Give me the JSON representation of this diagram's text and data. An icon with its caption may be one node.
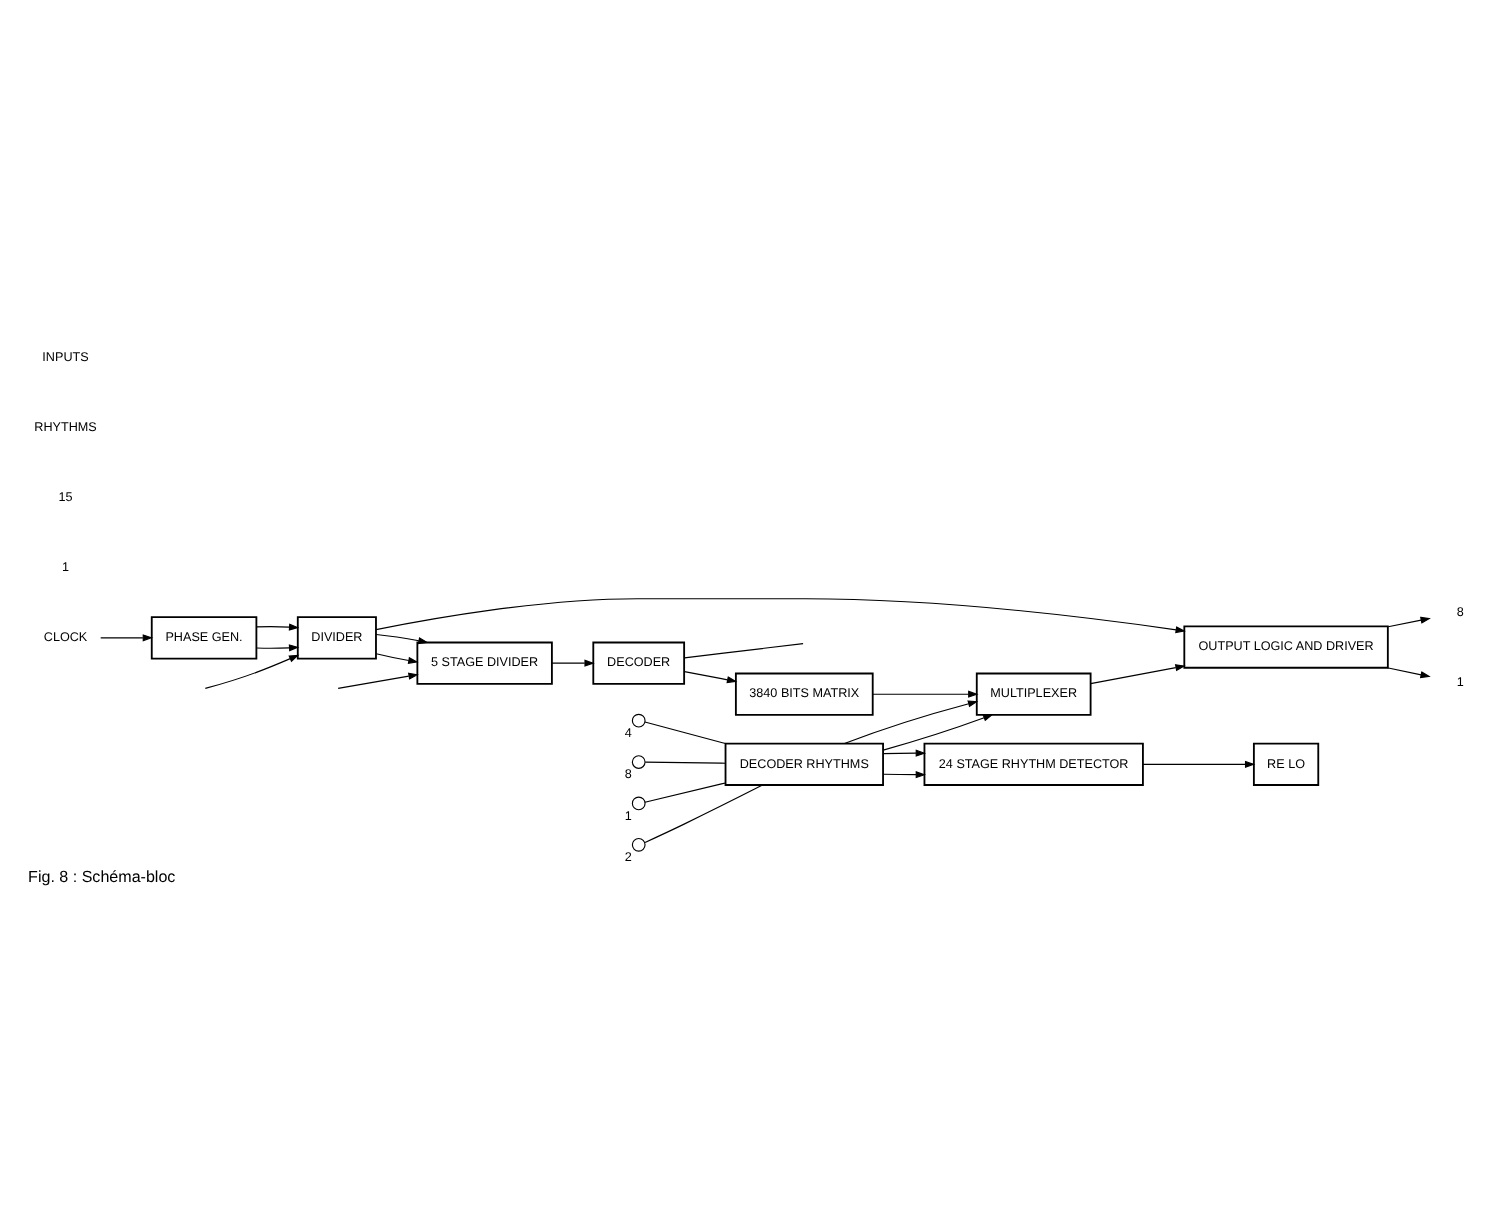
{
  "diagram": {
    "caption": "Fig. 8 : Schéma-bloc",
    "nodes": [
      {
        "text": [
          "CLOCK"
        ]
      },
      {
        "text": [
          "PHASE GEN."
        ]
      },
      {
        "text": [
          "DIVIDER"
        ]
      },
      {
        "text": [
          "5 STAGE DIVIDER"
        ]
      },
      {
        "text": [
          "DECODER"
        ]
      },
      {
        "text": [
          "3840 BITS MATRIX"
        ]
      },
      {
        "text": [
          "MULTIPLEXER"
        ]
      },
      {
        "text": [
          "OUTPUT LOGIC AND DRIVER"
        ]
      },
      {
        "text": [
          "8"
        ]
      },
      {
        "text": [
          "1"
        ]
      },
      {
        "text": [
          "24 STAGE RHYTHM DETECTOR"
        ]
      },
      {
        "text": [
          "RE LO"
        ]
      },
      {
        "text": [
          "DECODER RHYTHMS"
        ]
      },
      {
        "text": [],
        "shape": "circle",
        "beside": [
          "1"
        ]
      },
      {
        "text": [],
        "shape": "circle",
        "beside": [
          "2"
        ]
      },
      {
        "text": [],
        "shape": "circle",
        "beside": [
          "4"
        ]
      },
      {
        "text": [],
        "shape": "circle",
        "beside": [
          "8"
        ]
      }
    ],
    "edges": [
      {
        "from": 0,
        "to": 1,
        "arrow": "to"
      },
      {
        "from": 1,
        "to": 2,
        "arrow": "to"
      },
      {
        "from": 1,
        "to": 2,
        "arrow": "to"
      },
      {
        "from": 2,
        "to": 3,
        "arrow": "to"
      },
      {
        "from": 2,
        "to": 3,
        "arrow": "to"
      },
      {
        "from": 2,
        "to": 7,
        "arrow": "to"
      },
      {
        "from": 3,
        "to": 4,
        "arrow": "to"
      },
      {
        "from": 4,
        "to": 5,
        "arrow": "to"
      },
      {
        "from": 4,
        "to": null,
        "arrow": "none"
      },
      {
        "from": 5,
        "to": 6,
        "arrow": "to"
      },
      {
        "from": 6,
        "to": 7,
        "arrow": "to"
      },
      {
        "from": 7,
        "to": 8,
        "arrow": "to"
      },
      {
        "from": 7,
        "to": 9,
        "arrow": "to"
      },
      {
        "from": 12,
        "to": 6,
        "arrow": "to"
      },
      {
        "from": 12,
        "to": 6,
        "arrow": "to"
      },
      {
        "from": 12,
        "to": 10,
        "arrow": "to"
      },
      {
        "from": 12,
        "to": 10,
        "arrow": "to"
      },
      {
        "from": 10,
        "to": 11,
        "arrow": "to"
      },
      {
        "from": null,
        "to": 2,
        "arrow": "to"
      },
      {
        "from": null,
        "to": 3,
        "arrow": "to"
      },
      {
        "from": 13,
        "to": 12,
        "arrow": "none"
      },
      {
        "from": 14,
        "to": 12,
        "arrow": "none"
      },
      {
        "from": 15,
        "to": 12,
        "arrow": "none"
      },
      {
        "from": 16,
        "to": 12,
        "arrow": "none"
      }
    ],
    "labels": [
      "1",
      "15",
      "RHYTHMS",
      "INPUTS"
    ]
  }
}
